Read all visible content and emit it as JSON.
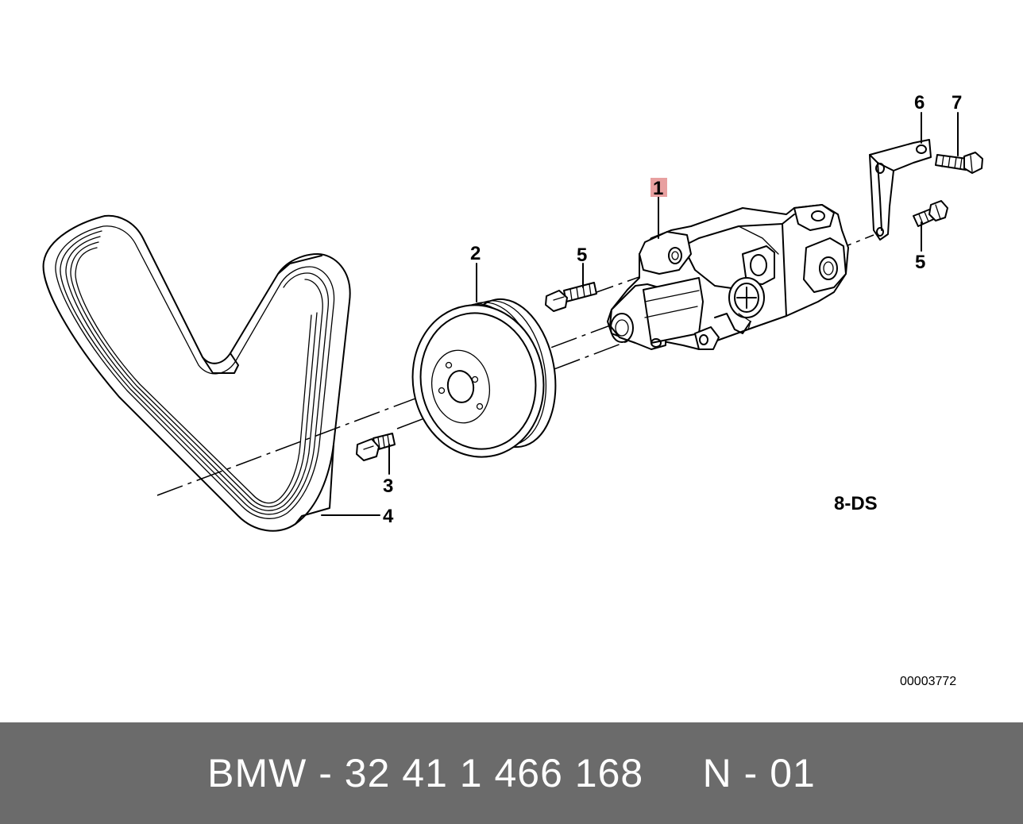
{
  "diagram": {
    "labels": {
      "part_1": "1",
      "part_2": "2",
      "part_3": "3",
      "part_4": "4",
      "part_5_left": "5",
      "part_5_right": "5",
      "part_6": "6",
      "part_7": "7"
    },
    "highlight_color": "#e8a0a0",
    "variant_code": "8-DS",
    "image_code": "00003772"
  },
  "footer": {
    "text": "BMW - 32 41 1 466 168     N - 01",
    "background": "#6b6b6b",
    "text_color": "#ffffff"
  }
}
